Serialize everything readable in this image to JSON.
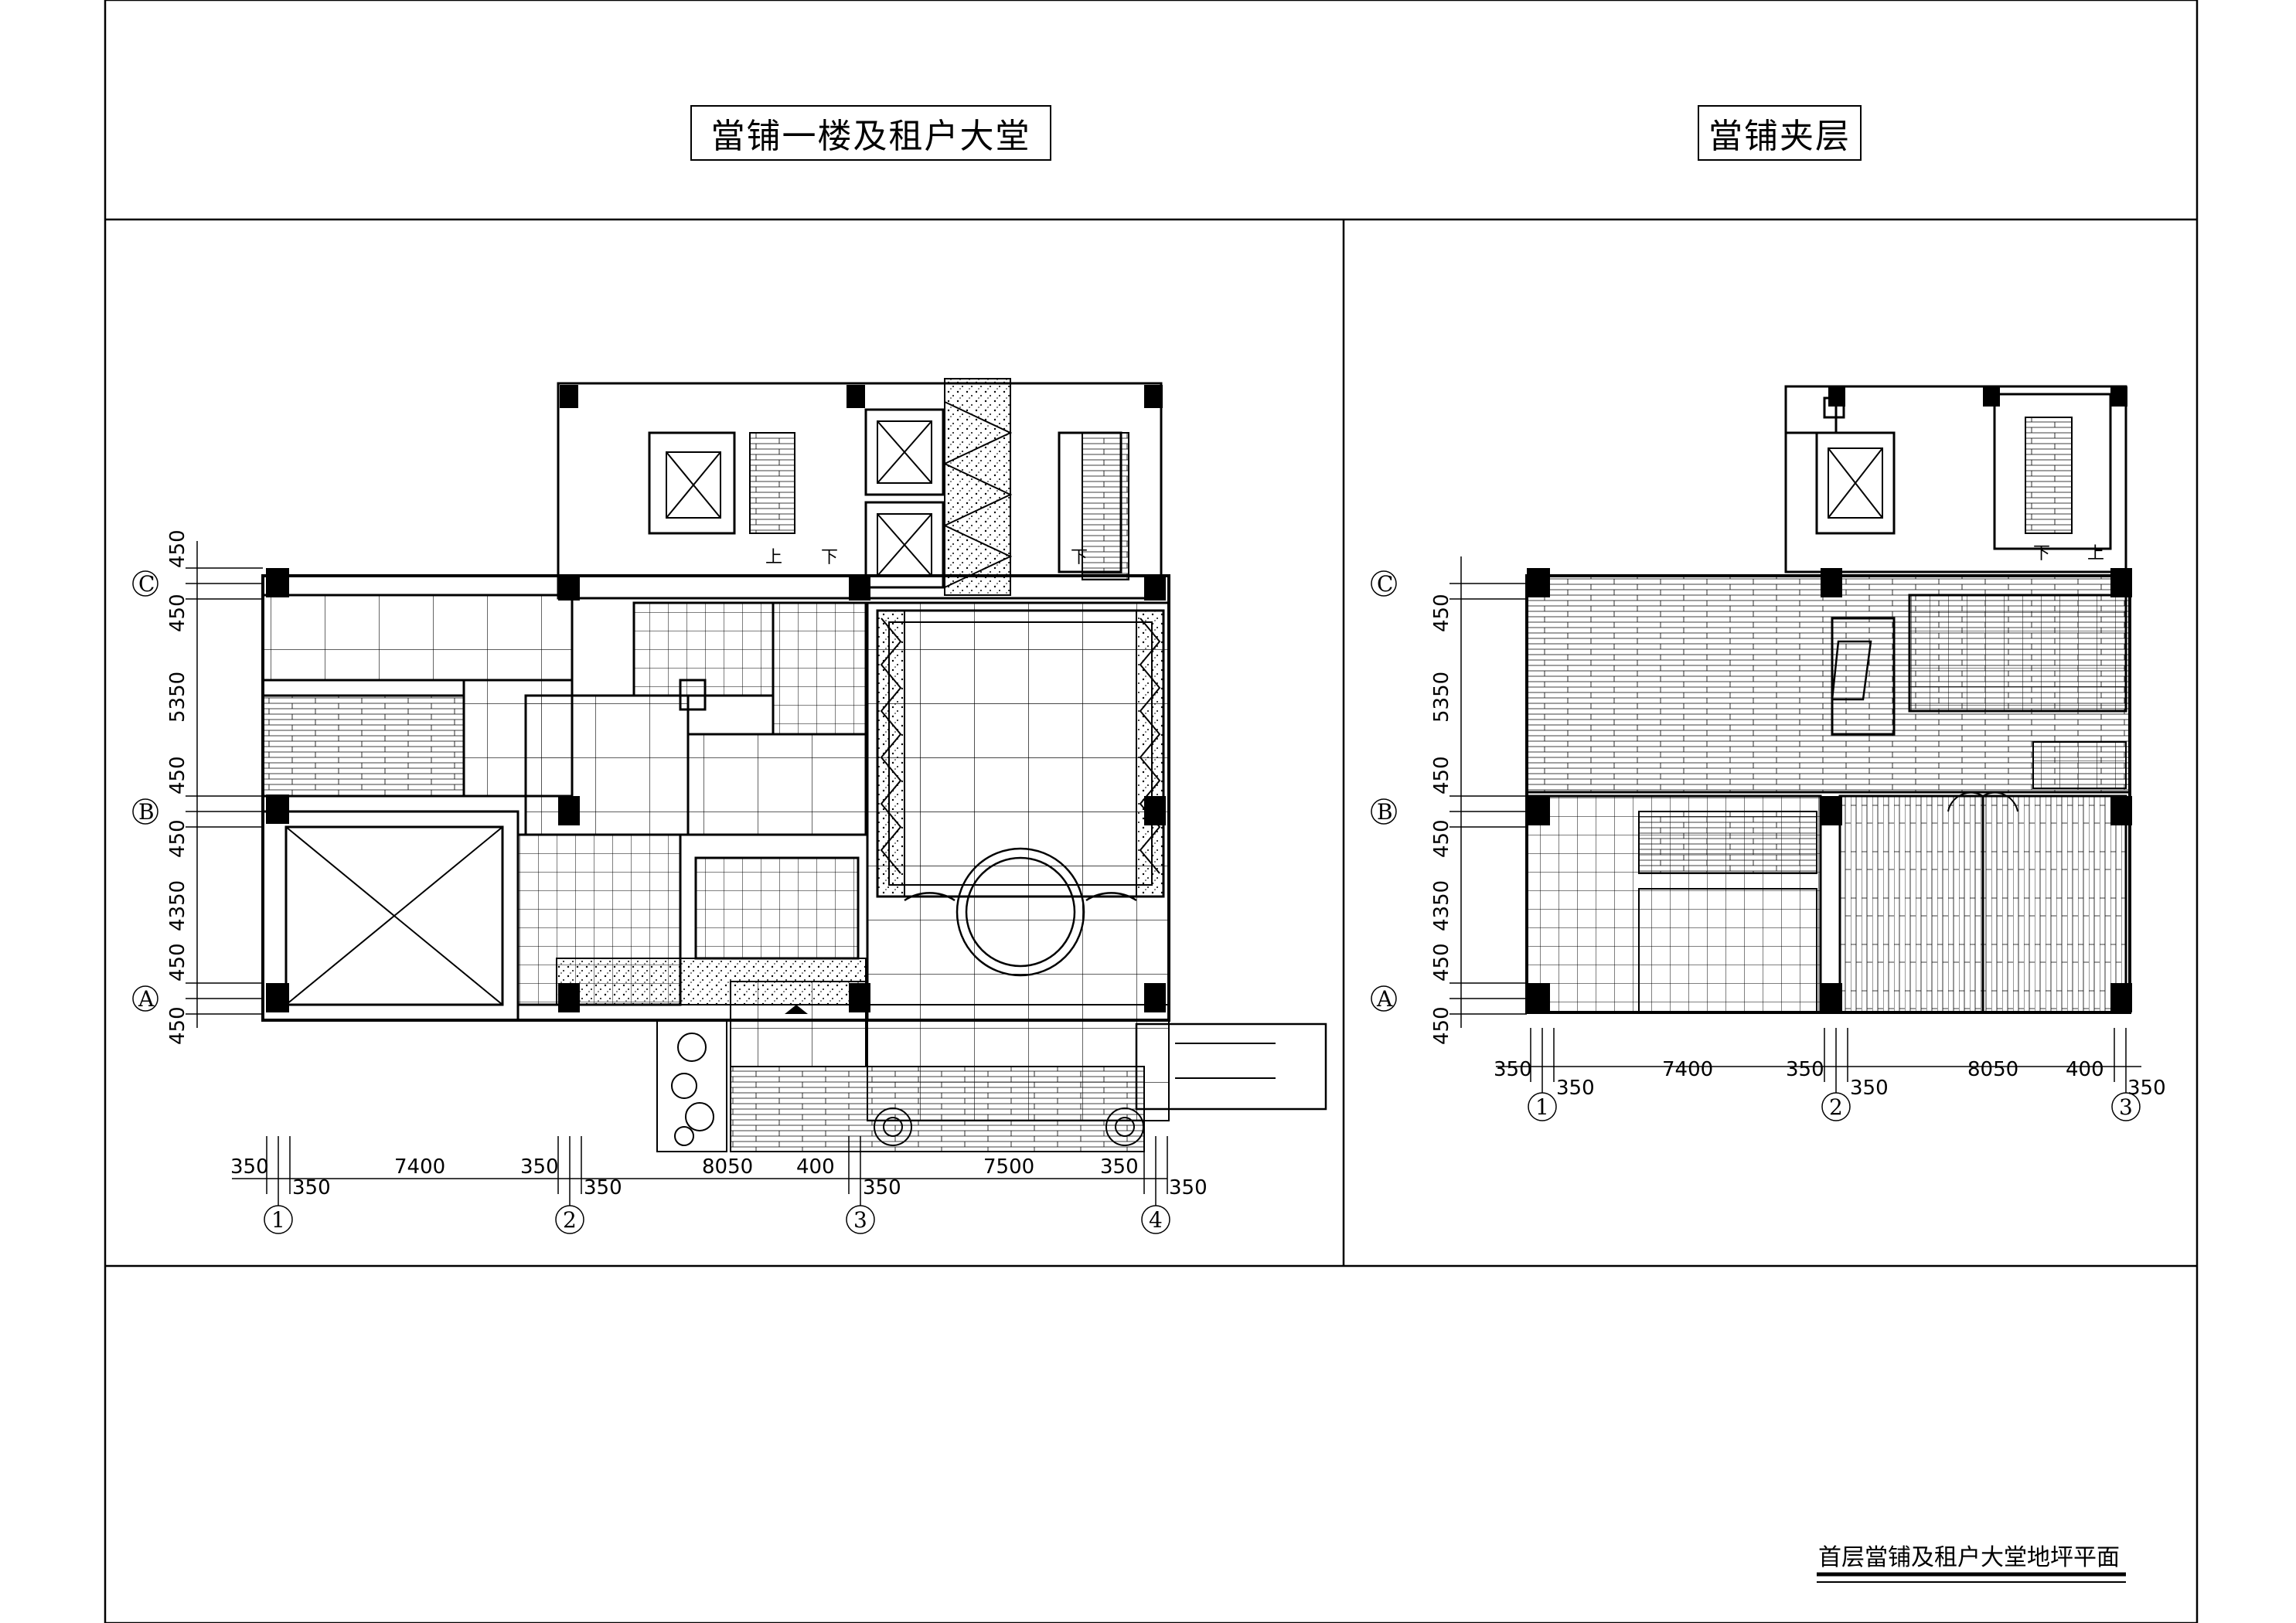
{
  "titles": {
    "left_plan": "當铺一楼及租户大堂",
    "right_plan": "當铺夹层",
    "sheet": "首层當铺及租户大堂",
    "sheet_suffix": "地坪平面"
  },
  "left_plan": {
    "row_axes": [
      "C",
      "B",
      "A"
    ],
    "row_dims": [
      "450",
      "450",
      "5350",
      "450",
      "450",
      "4350",
      "450",
      "450"
    ],
    "col_axes": [
      "1",
      "2",
      "3",
      "4"
    ],
    "col_dims": [
      "350",
      "350",
      "7400",
      "350",
      "350",
      "8050",
      "400",
      "350",
      "7500",
      "350",
      "350"
    ],
    "stair_labels": [
      "上",
      "下",
      "下"
    ]
  },
  "right_plan": {
    "row_axes": [
      "C",
      "B",
      "A"
    ],
    "row_dims": [
      "450",
      "5350",
      "450",
      "450",
      "4350",
      "450",
      "450"
    ],
    "col_axes": [
      "1",
      "2",
      "3"
    ],
    "col_dims": [
      "350",
      "350",
      "7400",
      "350",
      "350",
      "8050",
      "400",
      "350"
    ],
    "stair_labels": [
      "下",
      "上"
    ]
  },
  "colors": {
    "line": "#000000",
    "background": "#ffffff"
  }
}
